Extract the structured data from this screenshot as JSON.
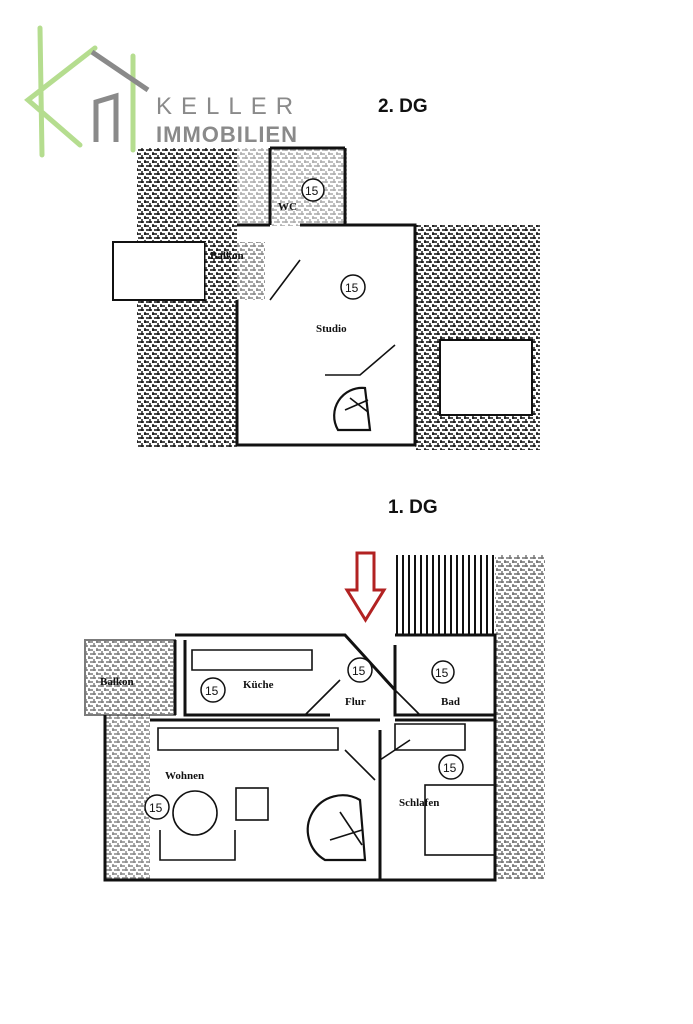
{
  "logo": {
    "line1": "KELLER",
    "line2": "IMMOBILIEN",
    "accent_color": "#b5dd8f",
    "gray_color": "#8a8a8a"
  },
  "upper_floor": {
    "title": "2. DG",
    "rooms": [
      {
        "name": "Balkon"
      },
      {
        "name": "WC",
        "marker": "15"
      },
      {
        "name": "Studio",
        "marker": "15"
      }
    ]
  },
  "lower_floor": {
    "title": "1. DG",
    "entrance_arrow_color": "#b22222",
    "rooms": [
      {
        "name": "Balkon"
      },
      {
        "name": "Küche",
        "marker": "15"
      },
      {
        "name": "Flur",
        "marker": "15"
      },
      {
        "name": "Bad",
        "marker": "15"
      },
      {
        "name": "Wohnen",
        "marker": "15"
      },
      {
        "name": "Schlafen",
        "marker": "15"
      }
    ]
  }
}
